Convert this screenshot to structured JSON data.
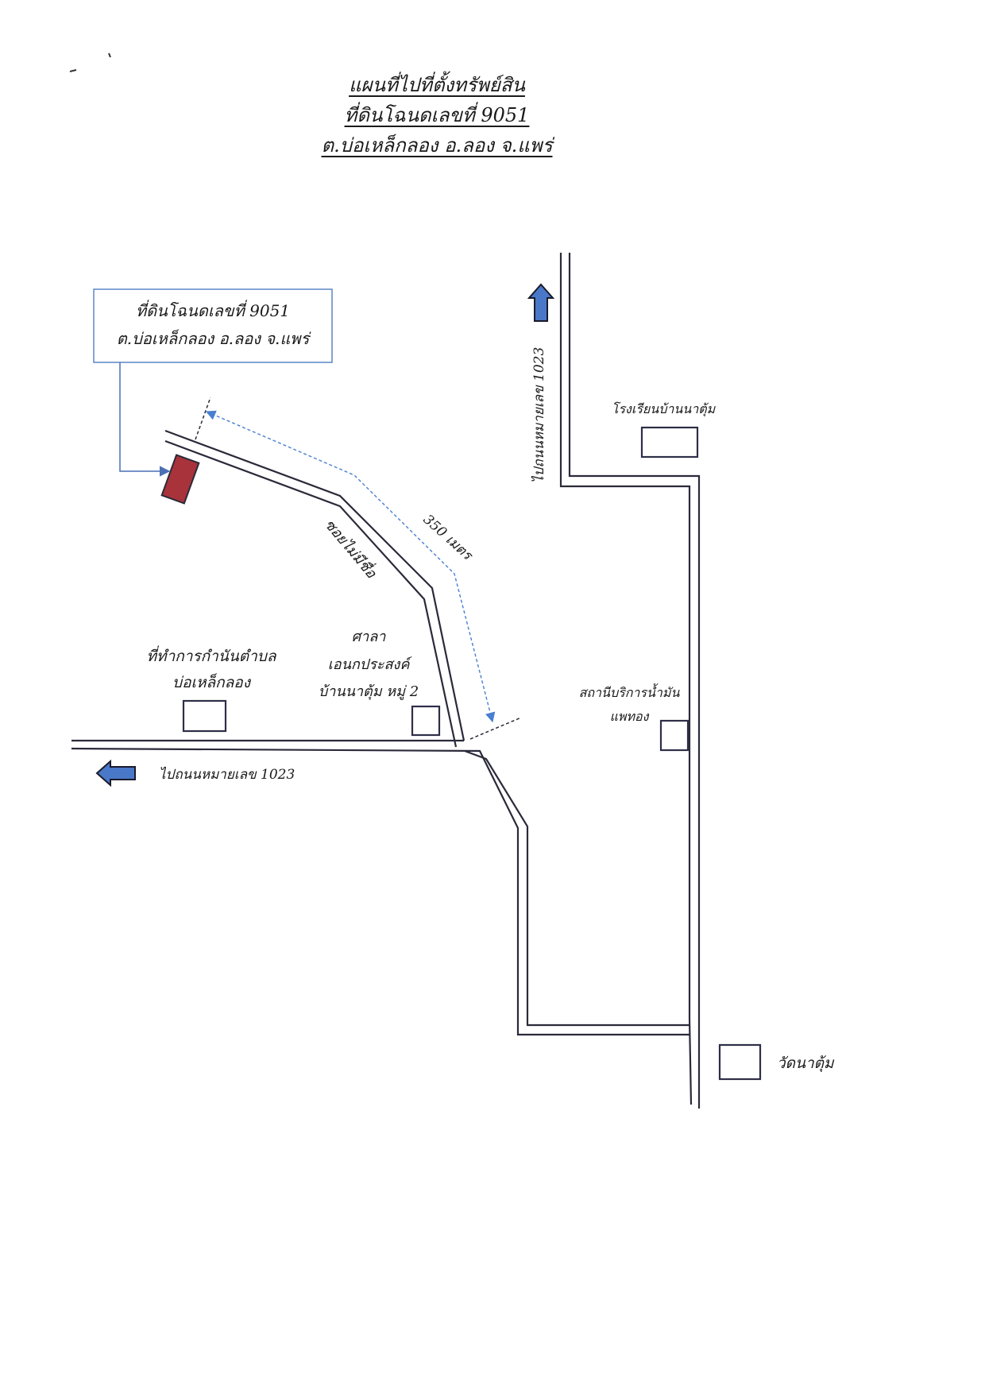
{
  "title": {
    "line1": "แผนที่ไปที่ตั้งทรัพย์สิน",
    "line2": "ที่ดินโฉนดเลขที่  9051",
    "line3": "ต.บ่อเหล็กลอง อ.ลอง จ.แพร่"
  },
  "callout": {
    "line1": "ที่ดินโฉนดเลขที่ 9051",
    "line2": "ต.บ่อเหล็กลอง อ.ลอง จ.แพร่"
  },
  "labels": {
    "road_north": "ไปถนนหมายเลข 1023",
    "road_west": "ไปถนนหมายเลข 1023",
    "soi": "ซอยไม่มีชื่อ",
    "distance": "350 เมตร",
    "school": "โรงเรียนบ้านนาตุ้ม",
    "kamnan_office_1": "ที่ทำการกำนันตำบล",
    "kamnan_office_2": "บ่อเหล็กลอง",
    "sala_1": "ศาลา",
    "sala_2": "เอนกประสงค์",
    "sala_3": "บ้านนาตุ้ม หมู่ 2",
    "gas_station_1": "สถานีบริการน้ำมัน",
    "gas_station_2": "แพทอง",
    "temple": "วัดนาตุ้ม"
  },
  "colors": {
    "road": "#2a2a3a",
    "landmark_box": "#2e2e48",
    "plot_fill": "#a8333a",
    "callout_border": "#5b86c5",
    "distance_line": "#4a7fd0",
    "arrow_fill": "#4a78c8"
  },
  "icons": {
    "north_arrow": "arrow-up-icon",
    "west_arrow": "arrow-left-icon"
  }
}
